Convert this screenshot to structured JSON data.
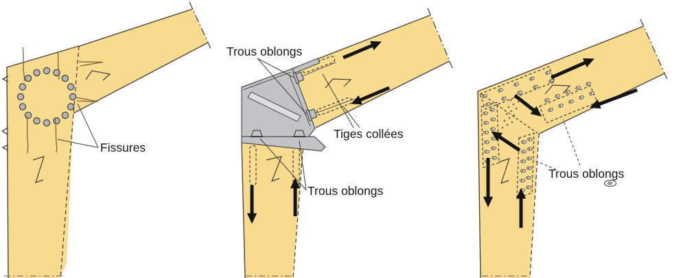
{
  "panels": [
    {
      "name": "doweled-joint-with-cracks",
      "labels": {
        "fissures": "Fissures"
      }
    },
    {
      "name": "steel-bracket-joint",
      "labels": {
        "trous_oblongs_haut": "Trous oblongs",
        "tiges_collees": "Tiges collées",
        "trous_oblongs_bas": "Trous oblongs"
      }
    },
    {
      "name": "slotted-hole-plates-joint",
      "labels": {
        "trous_oblongs": "Trous oblongs"
      },
      "legend_icon": "oblong-hole-icon"
    }
  ],
  "colors": {
    "background": "#ffffff",
    "wood": "#f8db8e",
    "wood-outline": "#4b463c",
    "steel": "#c3c3c5",
    "steel-light": "#dedee0",
    "steel-outline": "#4a4a4a",
    "dowel": "#b5b5b5",
    "crack": "#7d6537",
    "line": "#3c3c38",
    "arrow": "#141414",
    "hole-fill": "#efe9da",
    "hole-dot": "#6e6e6e"
  }
}
